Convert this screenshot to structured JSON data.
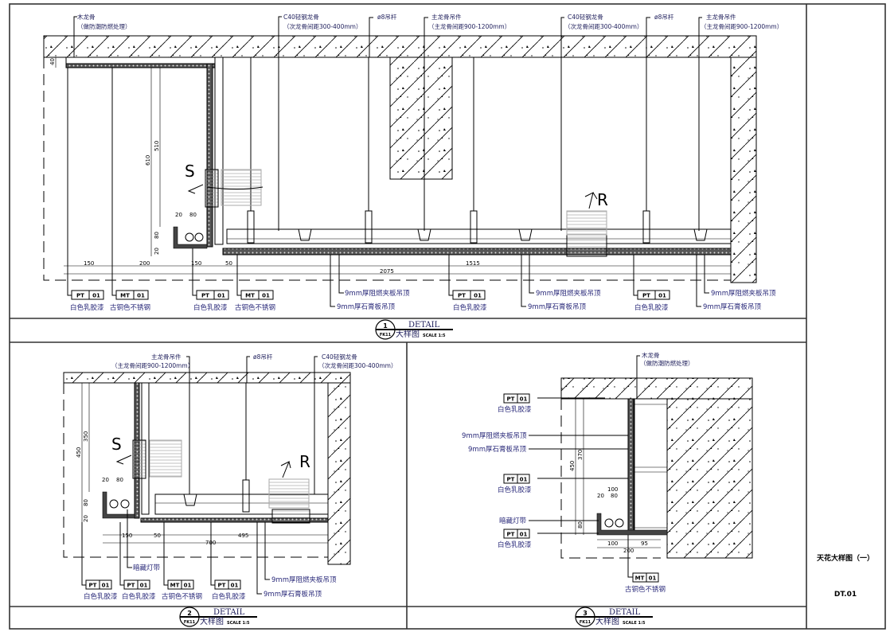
{
  "sheet": {
    "title": "天花大样图（一）",
    "number": "DT.01"
  },
  "detail1": {
    "callouts": [
      {
        "l1": "木龙骨",
        "l2": "（做防潮防燃处理）"
      },
      {
        "l1": "C40轻钢龙骨",
        "l2": "（次龙骨间距300-400mm）"
      },
      {
        "l1": "ø8吊杆"
      },
      {
        "l1": "主龙骨吊件",
        "l2": "（主龙骨间距900-1200mm）"
      },
      {
        "l1": "C40轻钢龙骨",
        "l2": "（次龙骨间距300-400mm）"
      },
      {
        "l1": "ø8吊杆"
      },
      {
        "l1": "主龙骨吊件",
        "l2": "（主龙骨间距900-1200mm）"
      }
    ],
    "dims": [
      "40",
      "610",
      "510",
      "20",
      "80",
      "80",
      "20",
      "150",
      "200",
      "150",
      "50",
      "2075",
      "1515"
    ],
    "tags": [
      {
        "code": "PT",
        "num": "01",
        "name": "白色乳胶漆"
      },
      {
        "code": "MT",
        "num": "01",
        "name": "古铜色不锈钢"
      },
      {
        "code": "PT",
        "num": "01",
        "name": "白色乳胶漆"
      },
      {
        "code": "MT",
        "num": "01",
        "name": "古铜色不锈钢"
      },
      {
        "code": "PT",
        "num": "01",
        "name": "白色乳胶漆"
      },
      {
        "code": "PT",
        "num": "01",
        "name": "白色乳胶漆"
      }
    ],
    "notes": [
      "9mm厚阻燃夹板吊顶",
      "9mm厚石膏板吊顶",
      "9mm厚阻燃夹板吊顶",
      "9mm厚石膏板吊顶",
      "9mm厚阻燃夹板吊顶",
      "9mm厚石膏板吊顶"
    ],
    "supply": "S",
    "return": "R",
    "title": {
      "num": "1",
      "ref": "FK11",
      "detail": "DETAIL",
      "cn": "大样图",
      "scale": "SCALE 1:5"
    }
  },
  "detail2": {
    "callouts": [
      {
        "l1": "主龙骨吊件",
        "l2": "（主龙骨间距900-1200mm）"
      },
      {
        "l1": "ø8吊杆"
      },
      {
        "l1": "C40轻钢龙骨",
        "l2": "（次龙骨间距300-400mm）"
      }
    ],
    "dims": [
      "450",
      "350",
      "20",
      "80",
      "80",
      "20",
      "150",
      "50",
      "495",
      "700"
    ],
    "light": "暗藏灯带",
    "tags": [
      {
        "code": "PT",
        "num": "01",
        "name": "白色乳胶漆"
      },
      {
        "code": "PT",
        "num": "01",
        "name": "白色乳胶漆"
      },
      {
        "code": "MT",
        "num": "01",
        "name": "古铜色不锈钢"
      },
      {
        "code": "PT",
        "num": "01",
        "name": "白色乳胶漆"
      }
    ],
    "notes": [
      "9mm厚阻燃夹板吊顶",
      "9mm厚石膏板吊顶"
    ],
    "supply": "S",
    "return": "R",
    "title": {
      "num": "2",
      "ref": "FK11",
      "detail": "DETAIL",
      "cn": "大样图",
      "scale": "SCALE 1:5"
    }
  },
  "detail3": {
    "callout": {
      "l1": "木龙骨",
      "l2": "（做防潮防燃处理）"
    },
    "dims": [
      "450",
      "370",
      "100",
      "20",
      "80",
      "80",
      "100",
      "95",
      "200"
    ],
    "light": "暗藏灯带",
    "tags": [
      {
        "code": "PT",
        "num": "01",
        "name": "白色乳胶漆"
      },
      {
        "code": "PT",
        "num": "01",
        "name": "白色乳胶漆"
      },
      {
        "code": "PT",
        "num": "01",
        "name": "白色乳胶漆"
      },
      {
        "code": "MT",
        "num": "01",
        "name": "古铜色不锈钢"
      }
    ],
    "notes": [
      "9mm厚阻燃夹板吊顶",
      "9mm厚石膏板吊顶"
    ],
    "title": {
      "num": "3",
      "ref": "FK11",
      "detail": "DETAIL",
      "cn": "大样图",
      "scale": "SCALE 1:5"
    }
  }
}
